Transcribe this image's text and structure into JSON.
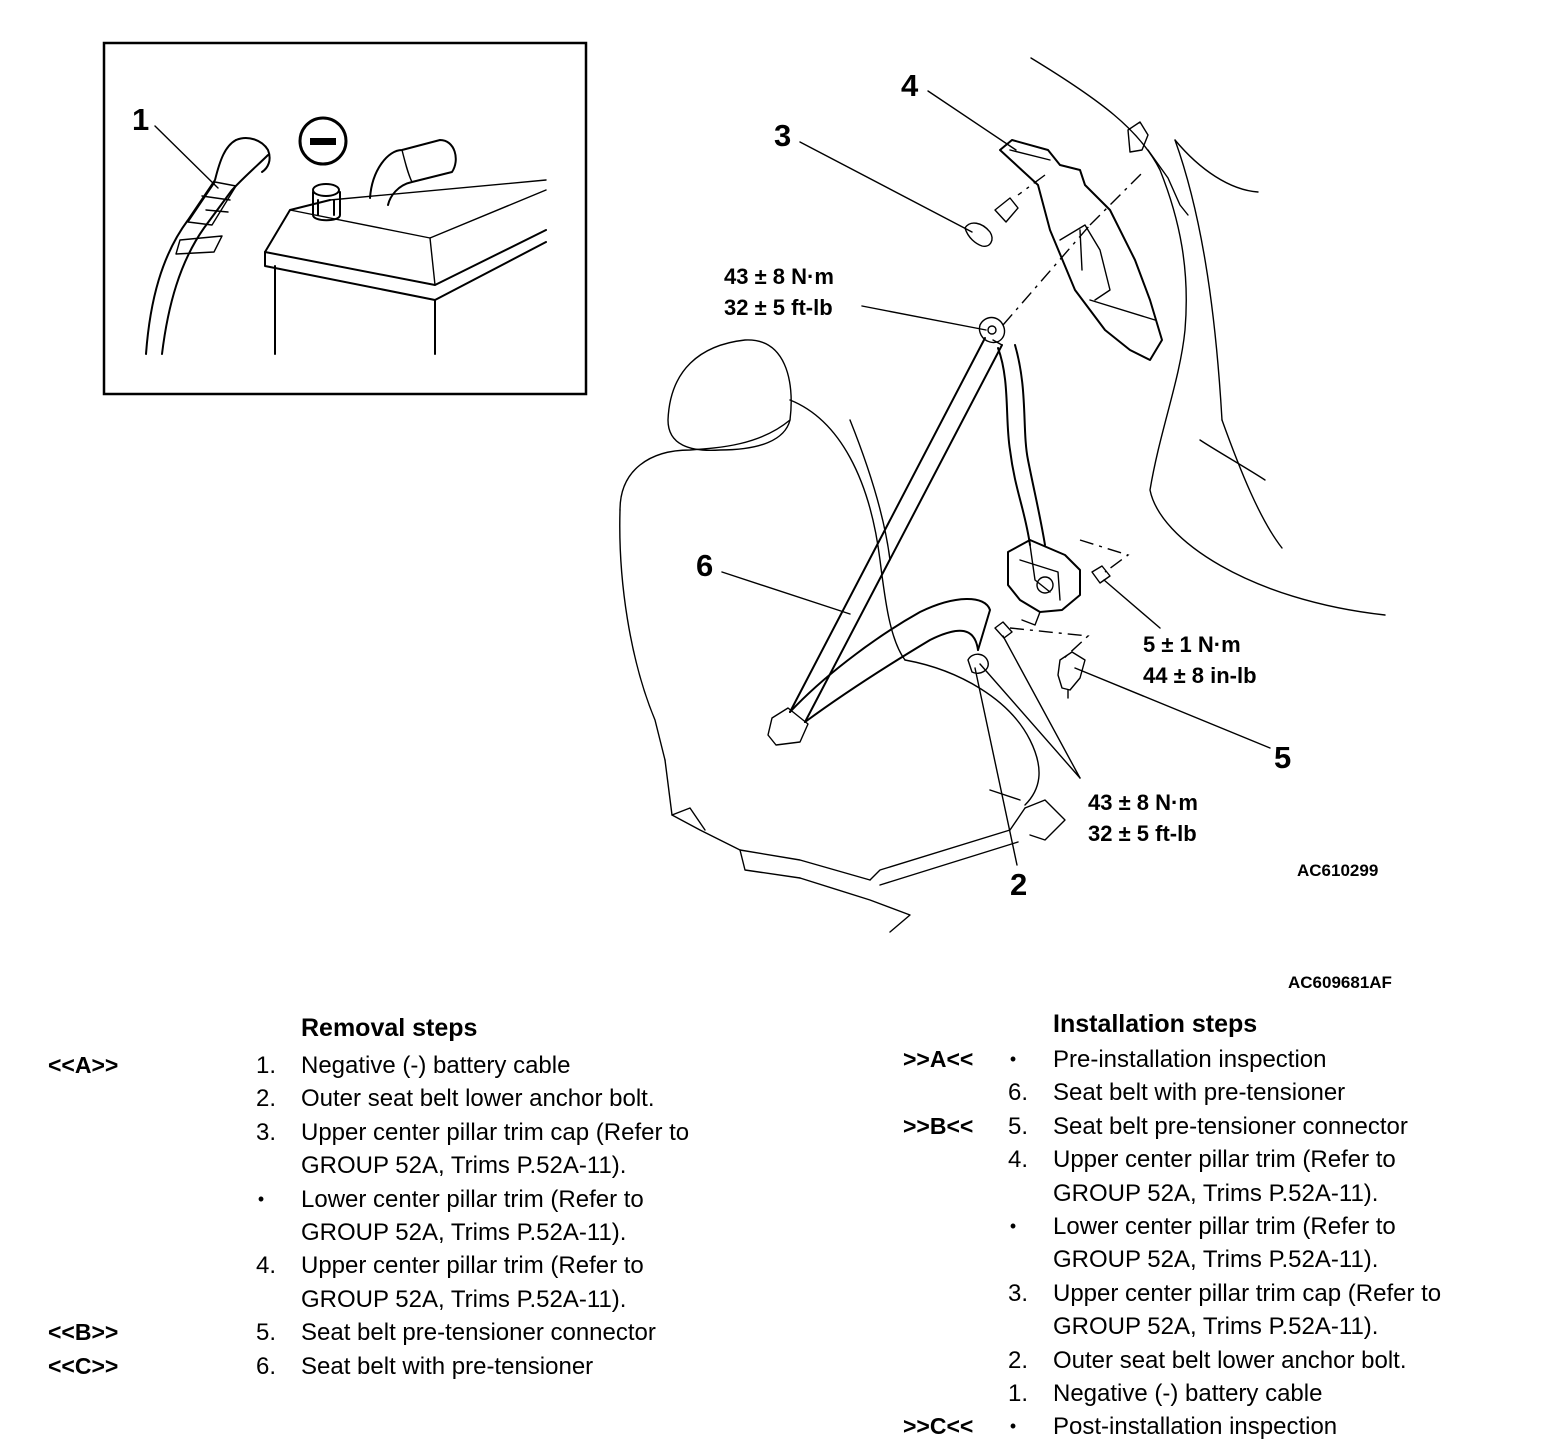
{
  "figure": {
    "callouts": [
      "1",
      "2",
      "3",
      "4",
      "5",
      "6"
    ],
    "torque_specs": {
      "upper_anchor": [
        "43 ± 8 N·m",
        "32 ± 5 ft-lb"
      ],
      "retractor": [
        "5 ± 1 N·m",
        "44 ± 8 in-lb"
      ],
      "lower_anchor": [
        "43 ± 8 N·m",
        "32 ± 5 ft-lb"
      ]
    },
    "minus_symbol": "minus-icon",
    "codes": [
      "AC610299",
      "AC609681AF"
    ]
  },
  "removal": {
    "heading": "Removal steps",
    "rows": [
      {
        "tag": "<<A>>",
        "marker": "1.",
        "text": "Negative (-) battery cable"
      },
      {
        "tag": "",
        "marker": "2.",
        "text": "Outer seat belt lower anchor bolt."
      },
      {
        "tag": "",
        "marker": "3.",
        "text": "Upper center pillar trim cap (Refer to"
      },
      {
        "tag": "",
        "marker": "",
        "text": "GROUP 52A, Trims P.52A-11)."
      },
      {
        "tag": "",
        "marker": "•",
        "text": "Lower center pillar trim (Refer to"
      },
      {
        "tag": "",
        "marker": "",
        "text": "GROUP 52A, Trims P.52A-11)."
      },
      {
        "tag": "",
        "marker": "4.",
        "text": "Upper center pillar trim (Refer to"
      },
      {
        "tag": "",
        "marker": "",
        "text": "GROUP 52A, Trims P.52A-11)."
      },
      {
        "tag": "<<B>>",
        "marker": "5.",
        "text": "Seat belt pre-tensioner connector"
      },
      {
        "tag": "<<C>>",
        "marker": "6.",
        "text": "Seat belt with pre-tensioner"
      }
    ]
  },
  "installation": {
    "heading": "Installation steps",
    "rows": [
      {
        "tag": ">>A<<",
        "marker": "•",
        "text": "Pre-installation inspection"
      },
      {
        "tag": "",
        "marker": "6.",
        "text": "Seat belt with pre-tensioner"
      },
      {
        "tag": ">>B<<",
        "marker": "5.",
        "text": "Seat belt pre-tensioner connector"
      },
      {
        "tag": "",
        "marker": "4.",
        "text": "Upper center pillar trim (Refer to"
      },
      {
        "tag": "",
        "marker": "",
        "text": "GROUP 52A, Trims P.52A-11)."
      },
      {
        "tag": "",
        "marker": "•",
        "text": "Lower center pillar trim (Refer to"
      },
      {
        "tag": "",
        "marker": "",
        "text": "GROUP 52A, Trims P.52A-11)."
      },
      {
        "tag": "",
        "marker": "3.",
        "text": "Upper center pillar trim cap (Refer to"
      },
      {
        "tag": "",
        "marker": "",
        "text": "GROUP 52A, Trims P.52A-11)."
      },
      {
        "tag": "",
        "marker": "2.",
        "text": "Outer seat belt lower anchor bolt."
      },
      {
        "tag": "",
        "marker": "1.",
        "text": "Negative (-) battery cable"
      },
      {
        "tag": ">>C<<",
        "marker": "•",
        "text": "Post-installation inspection"
      }
    ]
  }
}
